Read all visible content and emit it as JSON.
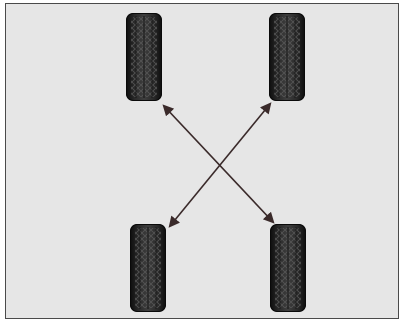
{
  "diagram": {
    "type": "tire-rotation-cross-pattern",
    "colors": {
      "background": "#e6e6e6",
      "border": "#4a4a4a",
      "arrow": "#3a2a2a",
      "tire_dark": "#1c1c1c",
      "tire_tread": "#3a3a3a"
    },
    "tires": [
      {
        "position": "front-left",
        "icon": "tire-icon"
      },
      {
        "position": "front-right",
        "icon": "tire-icon"
      },
      {
        "position": "rear-left",
        "icon": "tire-icon"
      },
      {
        "position": "rear-right",
        "icon": "tire-icon"
      }
    ],
    "arrows": [
      {
        "from": "front-left",
        "to": "rear-right",
        "double_headed": true
      },
      {
        "from": "front-right",
        "to": "rear-left",
        "double_headed": true
      }
    ]
  }
}
